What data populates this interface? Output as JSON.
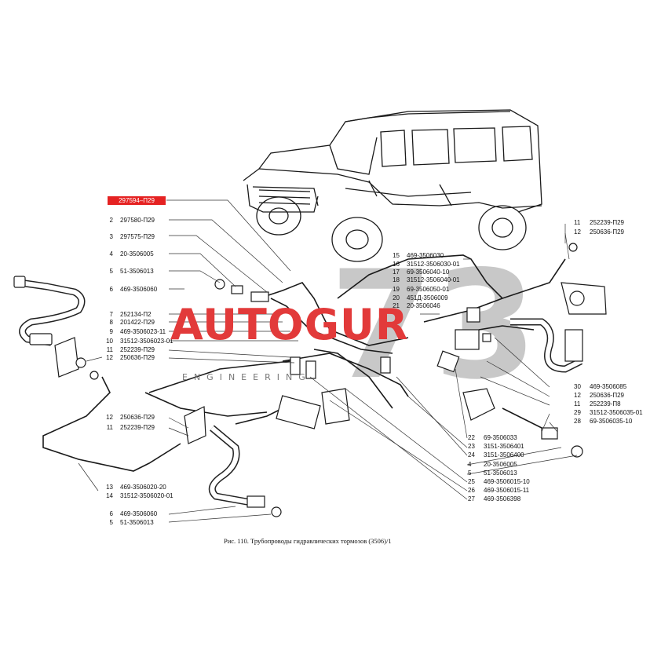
{
  "highlight_label": "297594–П29",
  "left_labels": [
    {
      "num": "2",
      "code": "297580-П29"
    },
    {
      "num": "3",
      "code": "297575-П29"
    },
    {
      "num": "4",
      "code": "20-3506005"
    },
    {
      "num": "5",
      "code": "51-3506013"
    },
    {
      "num": "6",
      "code": "469-3506060"
    },
    {
      "num": "7",
      "code": "252134-П2"
    },
    {
      "num": "8",
      "code": "201422-П29"
    },
    {
      "num": "9",
      "code": "469-3506023-11"
    },
    {
      "num": "10",
      "code": "31512-3506023-01"
    },
    {
      "num": "11",
      "code": "252239-П29"
    },
    {
      "num": "12",
      "code": "250636-П29"
    },
    {
      "num": "12",
      "code": "250636-П29"
    },
    {
      "num": "11",
      "code": "252239-П29"
    },
    {
      "num": "13",
      "code": "469-3506020-20"
    },
    {
      "num": "14",
      "code": "31512-3506020-01"
    },
    {
      "num": "6",
      "code": "469-3506060"
    },
    {
      "num": "5",
      "code": "51-3506013"
    }
  ],
  "center_labels": [
    {
      "num": "15",
      "code": "469-3506030"
    },
    {
      "num": "16",
      "code": "31512-3506030-01"
    },
    {
      "num": "17",
      "code": "69-3506040-10"
    },
    {
      "num": "18",
      "code": "31512-3506040-01"
    },
    {
      "num": "19",
      "code": "69-3506050-01"
    },
    {
      "num": "20",
      "code": "451Д-3506009"
    },
    {
      "num": "21",
      "code": "20-3506046"
    }
  ],
  "right_top_labels": [
    {
      "num": "11",
      "code": "252239-П29"
    },
    {
      "num": "12",
      "code": "250636-П29"
    }
  ],
  "right_mid_labels": [
    {
      "num": "30",
      "code": "469-3506085"
    },
    {
      "num": "12",
      "code": "250636-П29"
    },
    {
      "num": "11",
      "code": "252239-П8"
    },
    {
      "num": "29",
      "code": "31512-3506035-01"
    },
    {
      "num": "28",
      "code": "69-3506035-10"
    }
  ],
  "right_bottom_labels": [
    {
      "num": "22",
      "code": "69-3506033"
    },
    {
      "num": "23",
      "code": "3151-3506401"
    },
    {
      "num": "24",
      "code": "3151-3506400"
    },
    {
      "num": "4",
      "code": "20-3506005"
    },
    {
      "num": "5",
      "code": "51-3506013"
    },
    {
      "num": "25",
      "code": "469-3506015-10"
    },
    {
      "num": "26",
      "code": "469-3506015-11"
    },
    {
      "num": "27",
      "code": "469-3506398"
    }
  ],
  "caption": "Рис. 110. Трубопроводы гидравлических тормозов (3506)/1",
  "watermark": {
    "brand": "AUTOGUR",
    "numeral": "73",
    "tagline": "ENGINEERING"
  },
  "colors": {
    "highlight": "#e52222",
    "watermark_red": "#e23a3a",
    "watermark_grey": "#9a9a9a",
    "ink": "#1a1a1a"
  }
}
